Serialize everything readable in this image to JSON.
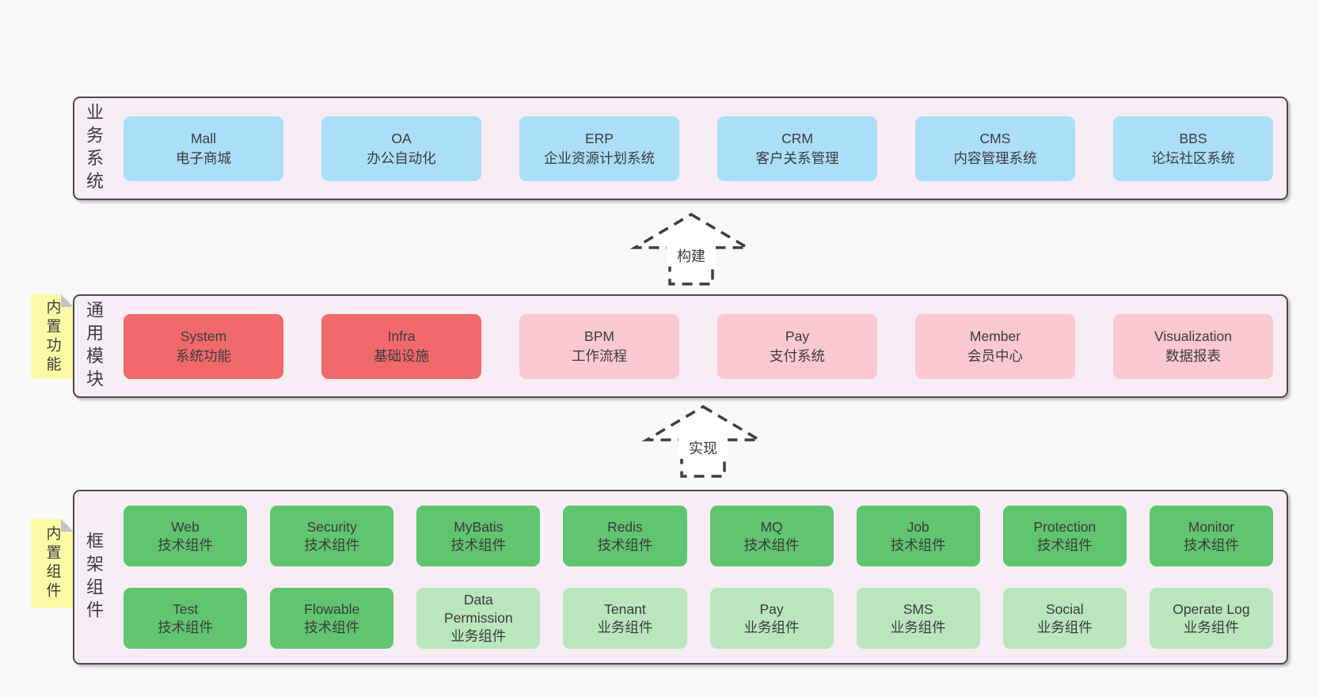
{
  "page": {
    "background": "#f8f8f8"
  },
  "colors": {
    "container_fill": "#f7edf5",
    "container_border": "#4b4b4b",
    "blue_box": "#abdef8",
    "red_box": "#f0696b",
    "pink_box": "#f9c8d1",
    "green_box": "#61c56f",
    "light_green_box": "#b9e6bd",
    "yellow_tab": "#fbfba5",
    "text": "#3c3c3c"
  },
  "sections": [
    {
      "label": "业务系统",
      "boxes": [
        {
          "title": "Mall",
          "subtitle": "电子商城",
          "variant": "blue"
        },
        {
          "title": "OA",
          "subtitle": "办公自动化",
          "variant": "blue"
        },
        {
          "title": "ERP",
          "subtitle": "企业资源计划系统",
          "variant": "blue"
        },
        {
          "title": "CRM",
          "subtitle": "客户关系管理",
          "variant": "blue"
        },
        {
          "title": "CMS",
          "subtitle": "内容管理系统",
          "variant": "blue"
        },
        {
          "title": "BBS",
          "subtitle": "论坛社区系统",
          "variant": "blue"
        }
      ]
    },
    {
      "label": "通用模块",
      "tab": "内置功能",
      "boxes": [
        {
          "title": "System",
          "subtitle": "系统功能",
          "variant": "red"
        },
        {
          "title": "Infra",
          "subtitle": "基础设施",
          "variant": "red"
        },
        {
          "title": "BPM",
          "subtitle": "工作流程",
          "variant": "pink"
        },
        {
          "title": "Pay",
          "subtitle": "支付系统",
          "variant": "pink"
        },
        {
          "title": "Member",
          "subtitle": "会员中心",
          "variant": "pink"
        },
        {
          "title": "Visualization",
          "subtitle": "数据报表",
          "variant": "pink"
        }
      ]
    },
    {
      "label": "框架组件",
      "tab": "内置组件",
      "row1": [
        {
          "title": "Web",
          "subtitle": "技术组件",
          "variant": "green"
        },
        {
          "title": "Security",
          "subtitle": "技术组件",
          "variant": "green"
        },
        {
          "title": "MyBatis",
          "subtitle": "技术组件",
          "variant": "green"
        },
        {
          "title": "Redis",
          "subtitle": "技术组件",
          "variant": "green"
        },
        {
          "title": "MQ",
          "subtitle": "技术组件",
          "variant": "green"
        },
        {
          "title": "Job",
          "subtitle": "技术组件",
          "variant": "green"
        },
        {
          "title": "Protection",
          "subtitle": "技术组件",
          "variant": "green"
        },
        {
          "title": "Monitor",
          "subtitle": "技术组件",
          "variant": "green"
        }
      ],
      "row2": [
        {
          "title": "Test",
          "subtitle": "技术组件",
          "variant": "green"
        },
        {
          "title": "Flowable",
          "subtitle": "技术组件",
          "variant": "green"
        },
        {
          "title": "Data Permission",
          "subtitle": "业务组件",
          "variant": "lightgreen"
        },
        {
          "title": "Tenant",
          "subtitle": "业务组件",
          "variant": "lightgreen"
        },
        {
          "title": "Pay",
          "subtitle": "业务组件",
          "variant": "lightgreen"
        },
        {
          "title": "SMS",
          "subtitle": "业务组件",
          "variant": "lightgreen"
        },
        {
          "title": "Social",
          "subtitle": "业务组件",
          "variant": "lightgreen"
        },
        {
          "title": "Operate Log",
          "subtitle": "业务组件",
          "variant": "lightgreen"
        }
      ]
    }
  ],
  "arrows": [
    {
      "label": "构建"
    },
    {
      "label": "实现"
    }
  ]
}
